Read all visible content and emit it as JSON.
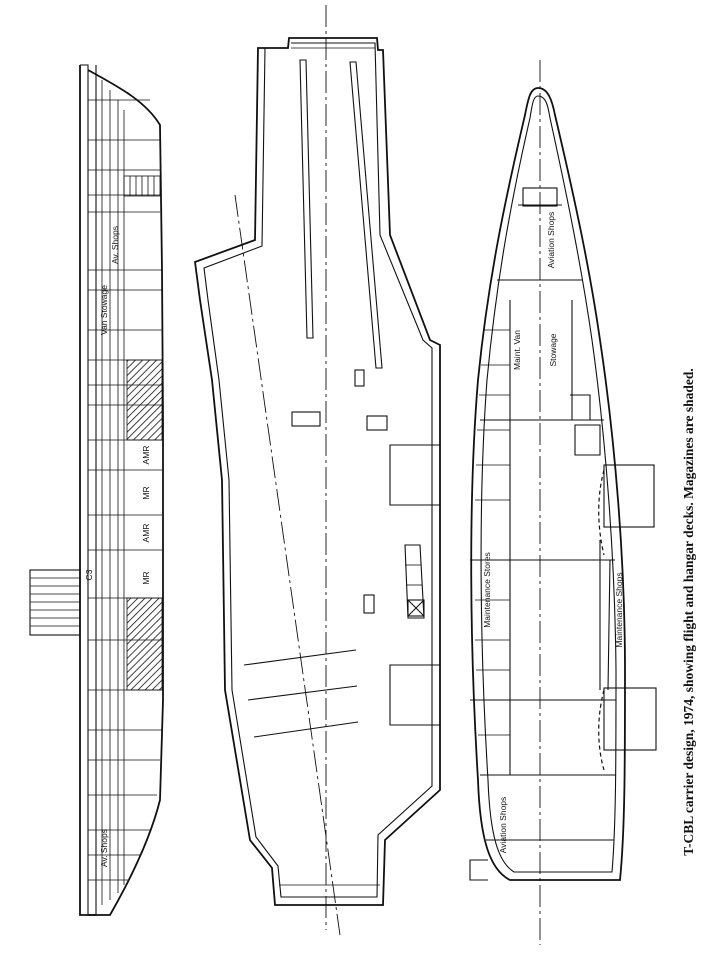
{
  "caption": "T-CBL carrier design, 1974, showing flight and hangar decks. Magazines are shaded.",
  "profile_labels": {
    "av_shops_top": "Av. Shops",
    "van_stowage": "Van Stowage",
    "amr_1": "AMR",
    "mr_1": "MR",
    "amr_2": "AMR",
    "mr_2": "MR",
    "c3": "C3",
    "av_shops_bottom": "Av. Shops"
  },
  "hangar_labels": {
    "aviation_shops_top": "Aviation Shops",
    "maint_van": "Maint. Van",
    "stowage": "Stowage",
    "maintenance_stores": "Maintenance Stores",
    "maintenance_shops": "Maintenance Shops",
    "aviation_shops_bottom": "Aviation Shops"
  }
}
